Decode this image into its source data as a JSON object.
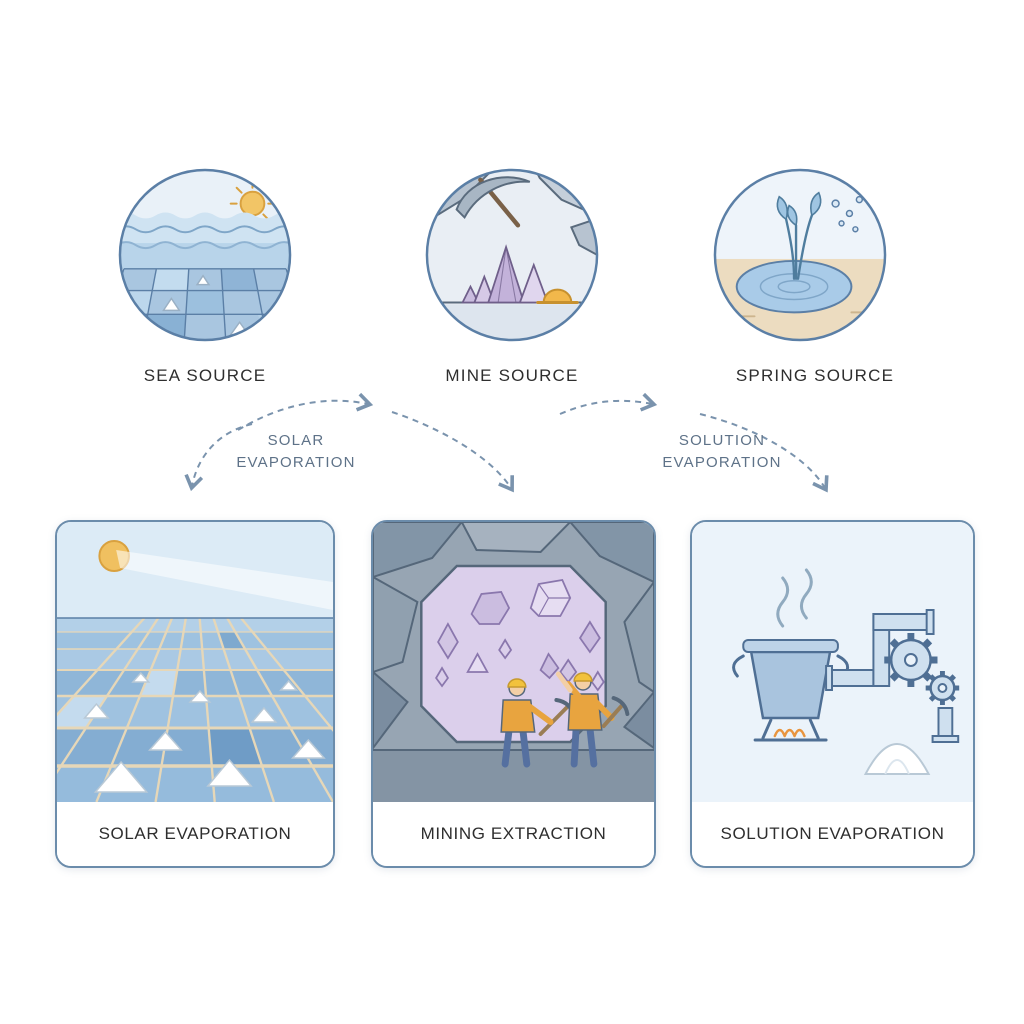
{
  "colors": {
    "background": "#ffffff",
    "outline_blue": "#5b7fa6",
    "card_border": "#6b8cab",
    "arrow": "#7a93ad",
    "label_dark": "#2e2e2e",
    "label_muted": "#5e7288",
    "sun_yellow": "#f0c060",
    "water_blue": "#a9cbe8",
    "crystal_purple": "#c9b8d8",
    "sand_beige": "#ead9bd",
    "rock_gray": "#97a5b3",
    "salt_white": "#ffffff"
  },
  "sources": [
    {
      "id": "sea",
      "label": "SEA SOURCE",
      "icon": "sea-source-icon"
    },
    {
      "id": "mine",
      "label": "MINE SOURCE",
      "icon": "mine-source-icon"
    },
    {
      "id": "spring",
      "label": "SPRING SOURCE",
      "icon": "spring-source-icon"
    }
  ],
  "flow_labels": [
    {
      "id": "solar",
      "line1": "SOLAR",
      "line2": "EVAPORATION"
    },
    {
      "id": "solution",
      "line1": "SOLUTION",
      "line2": "EVAPORATION"
    }
  ],
  "processes": [
    {
      "id": "solar-evaporation",
      "label": "SOLAR EVAPORATION",
      "icon": "solar-evaporation-art"
    },
    {
      "id": "mining-extraction",
      "label": "MINING EXTRACTION",
      "icon": "mining-extraction-art"
    },
    {
      "id": "solution-evaporation",
      "label": "SOLUTION EVAPORATION",
      "icon": "solution-evaporation-art"
    }
  ]
}
